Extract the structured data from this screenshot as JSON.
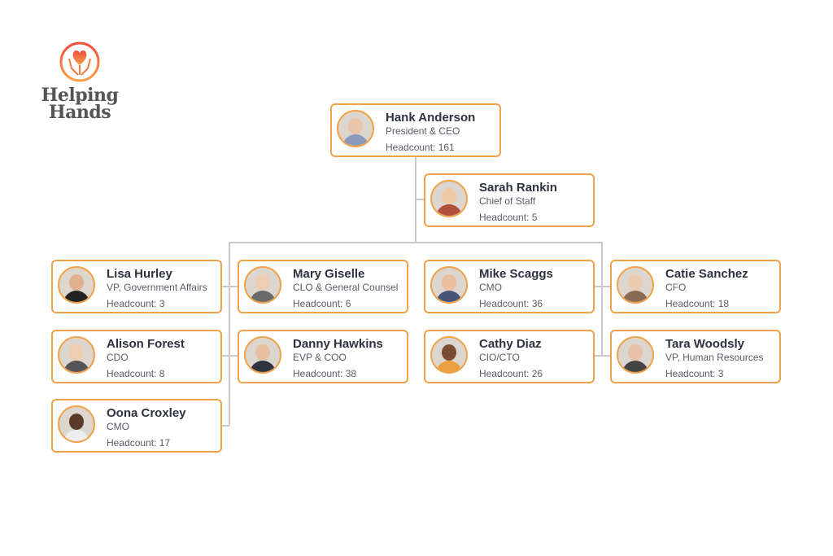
{
  "logo": {
    "line1": "Helping",
    "line2": "Hands",
    "color": "#f07a3c"
  },
  "accent": "#f0a24a",
  "connector_color": "#c9c9c9",
  "cards": [
    {
      "id": "hank",
      "name": "Hank Anderson",
      "title": "President & CEO",
      "headcount": "Headcount: 161"
    },
    {
      "id": "sarah",
      "name": "Sarah Rankin",
      "title": "Chief of Staff",
      "headcount": "Headcount: 5"
    },
    {
      "id": "lisa",
      "name": "Lisa Hurley",
      "title": "VP, Government Affairs",
      "headcount": "Headcount: 3"
    },
    {
      "id": "mary",
      "name": "Mary Giselle",
      "title": "CLO & General Counsel",
      "headcount": "Headcount: 6"
    },
    {
      "id": "mike",
      "name": "Mike Scaggs",
      "title": "CMO",
      "headcount": "Headcount: 36"
    },
    {
      "id": "catie",
      "name": "Catie Sanchez",
      "title": "CFO",
      "headcount": "Headcount: 18"
    },
    {
      "id": "alison",
      "name": "Alison Forest",
      "title": "CDO",
      "headcount": "Headcount: 8"
    },
    {
      "id": "danny",
      "name": "Danny Hawkins",
      "title": "EVP & COO",
      "headcount": "Headcount: 38"
    },
    {
      "id": "cathy",
      "name": "Cathy Diaz",
      "title": "CIO/CTO",
      "headcount": "Headcount: 26"
    },
    {
      "id": "tara",
      "name": "Tara Woodsly",
      "title": "VP, Human Resources",
      "headcount": "Headcount: 3"
    },
    {
      "id": "oona",
      "name": "Oona Croxley",
      "title": "CMO",
      "headcount": "Headcount: 17"
    }
  ]
}
